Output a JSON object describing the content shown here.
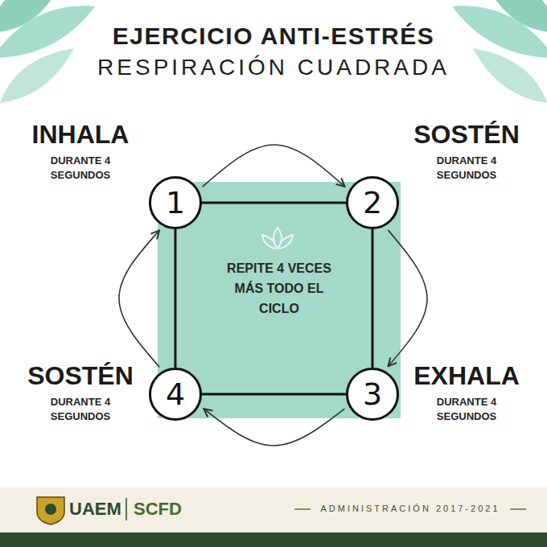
{
  "diagram": {
    "title": "EJERCICIO ANTI-ESTRÉS",
    "nodes": [
      {
        "text": [
          "1",
          "INHALA",
          "DURANTE 4 SEGUNDOS"
        ]
      },
      {
        "text": [
          "2",
          "SOSTÉN",
          "DURANTE 4 SEGUNDOS"
        ]
      },
      {
        "text": [
          "3",
          "EXHALA",
          "DURANTE 4 SEGUNDOS"
        ]
      },
      {
        "text": [
          "4",
          "SOSTÉN",
          "DURANTE 4 SEGUNDOS"
        ]
      },
      {
        "text": [
          "REPITE 4 VECES MÁS TODO EL CICLO"
        ]
      }
    ],
    "edges": [
      {
        "from": 0,
        "to": 1,
        "arrow": "none"
      },
      {
        "from": 1,
        "to": 2,
        "arrow": "none"
      },
      {
        "from": 2,
        "to": 3,
        "arrow": "none"
      },
      {
        "from": 3,
        "to": 0,
        "arrow": "none"
      },
      {
        "from": 0,
        "to": 1,
        "arrow": "to"
      },
      {
        "from": 1,
        "to": 2,
        "arrow": "to"
      },
      {
        "from": 2,
        "to": 3,
        "arrow": "to"
      },
      {
        "from": 3,
        "to": 0,
        "arrow": "to"
      }
    ],
    "labels": [
      "RESPIRACIÓN CUADRADA",
      "UAEM",
      "SCFD",
      "ADMINISTRACIÓN 2017-2021"
    ]
  }
}
